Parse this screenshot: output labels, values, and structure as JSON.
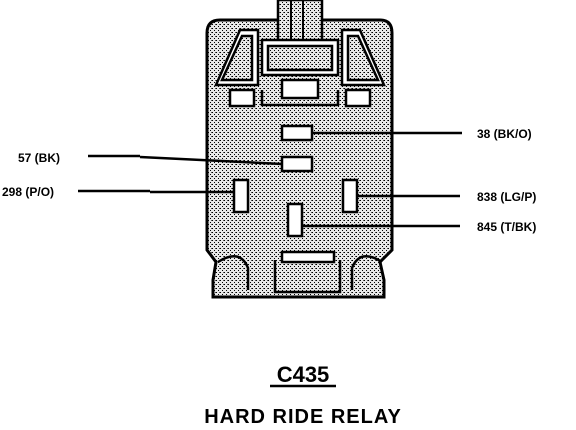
{
  "connector": {
    "id": "C435",
    "title": "HARD RIDE RELAY"
  },
  "pins": {
    "top_right": "38 (BK/O)",
    "left_upper": "57 (BK)",
    "left_lower": "298 (P/O)",
    "right_middle": "838 (LG/P)",
    "right_lower": "845 (T/BK)"
  },
  "colors": {
    "ink": "#000000",
    "body_fill": "#bdbdbd",
    "background": "#ffffff"
  }
}
